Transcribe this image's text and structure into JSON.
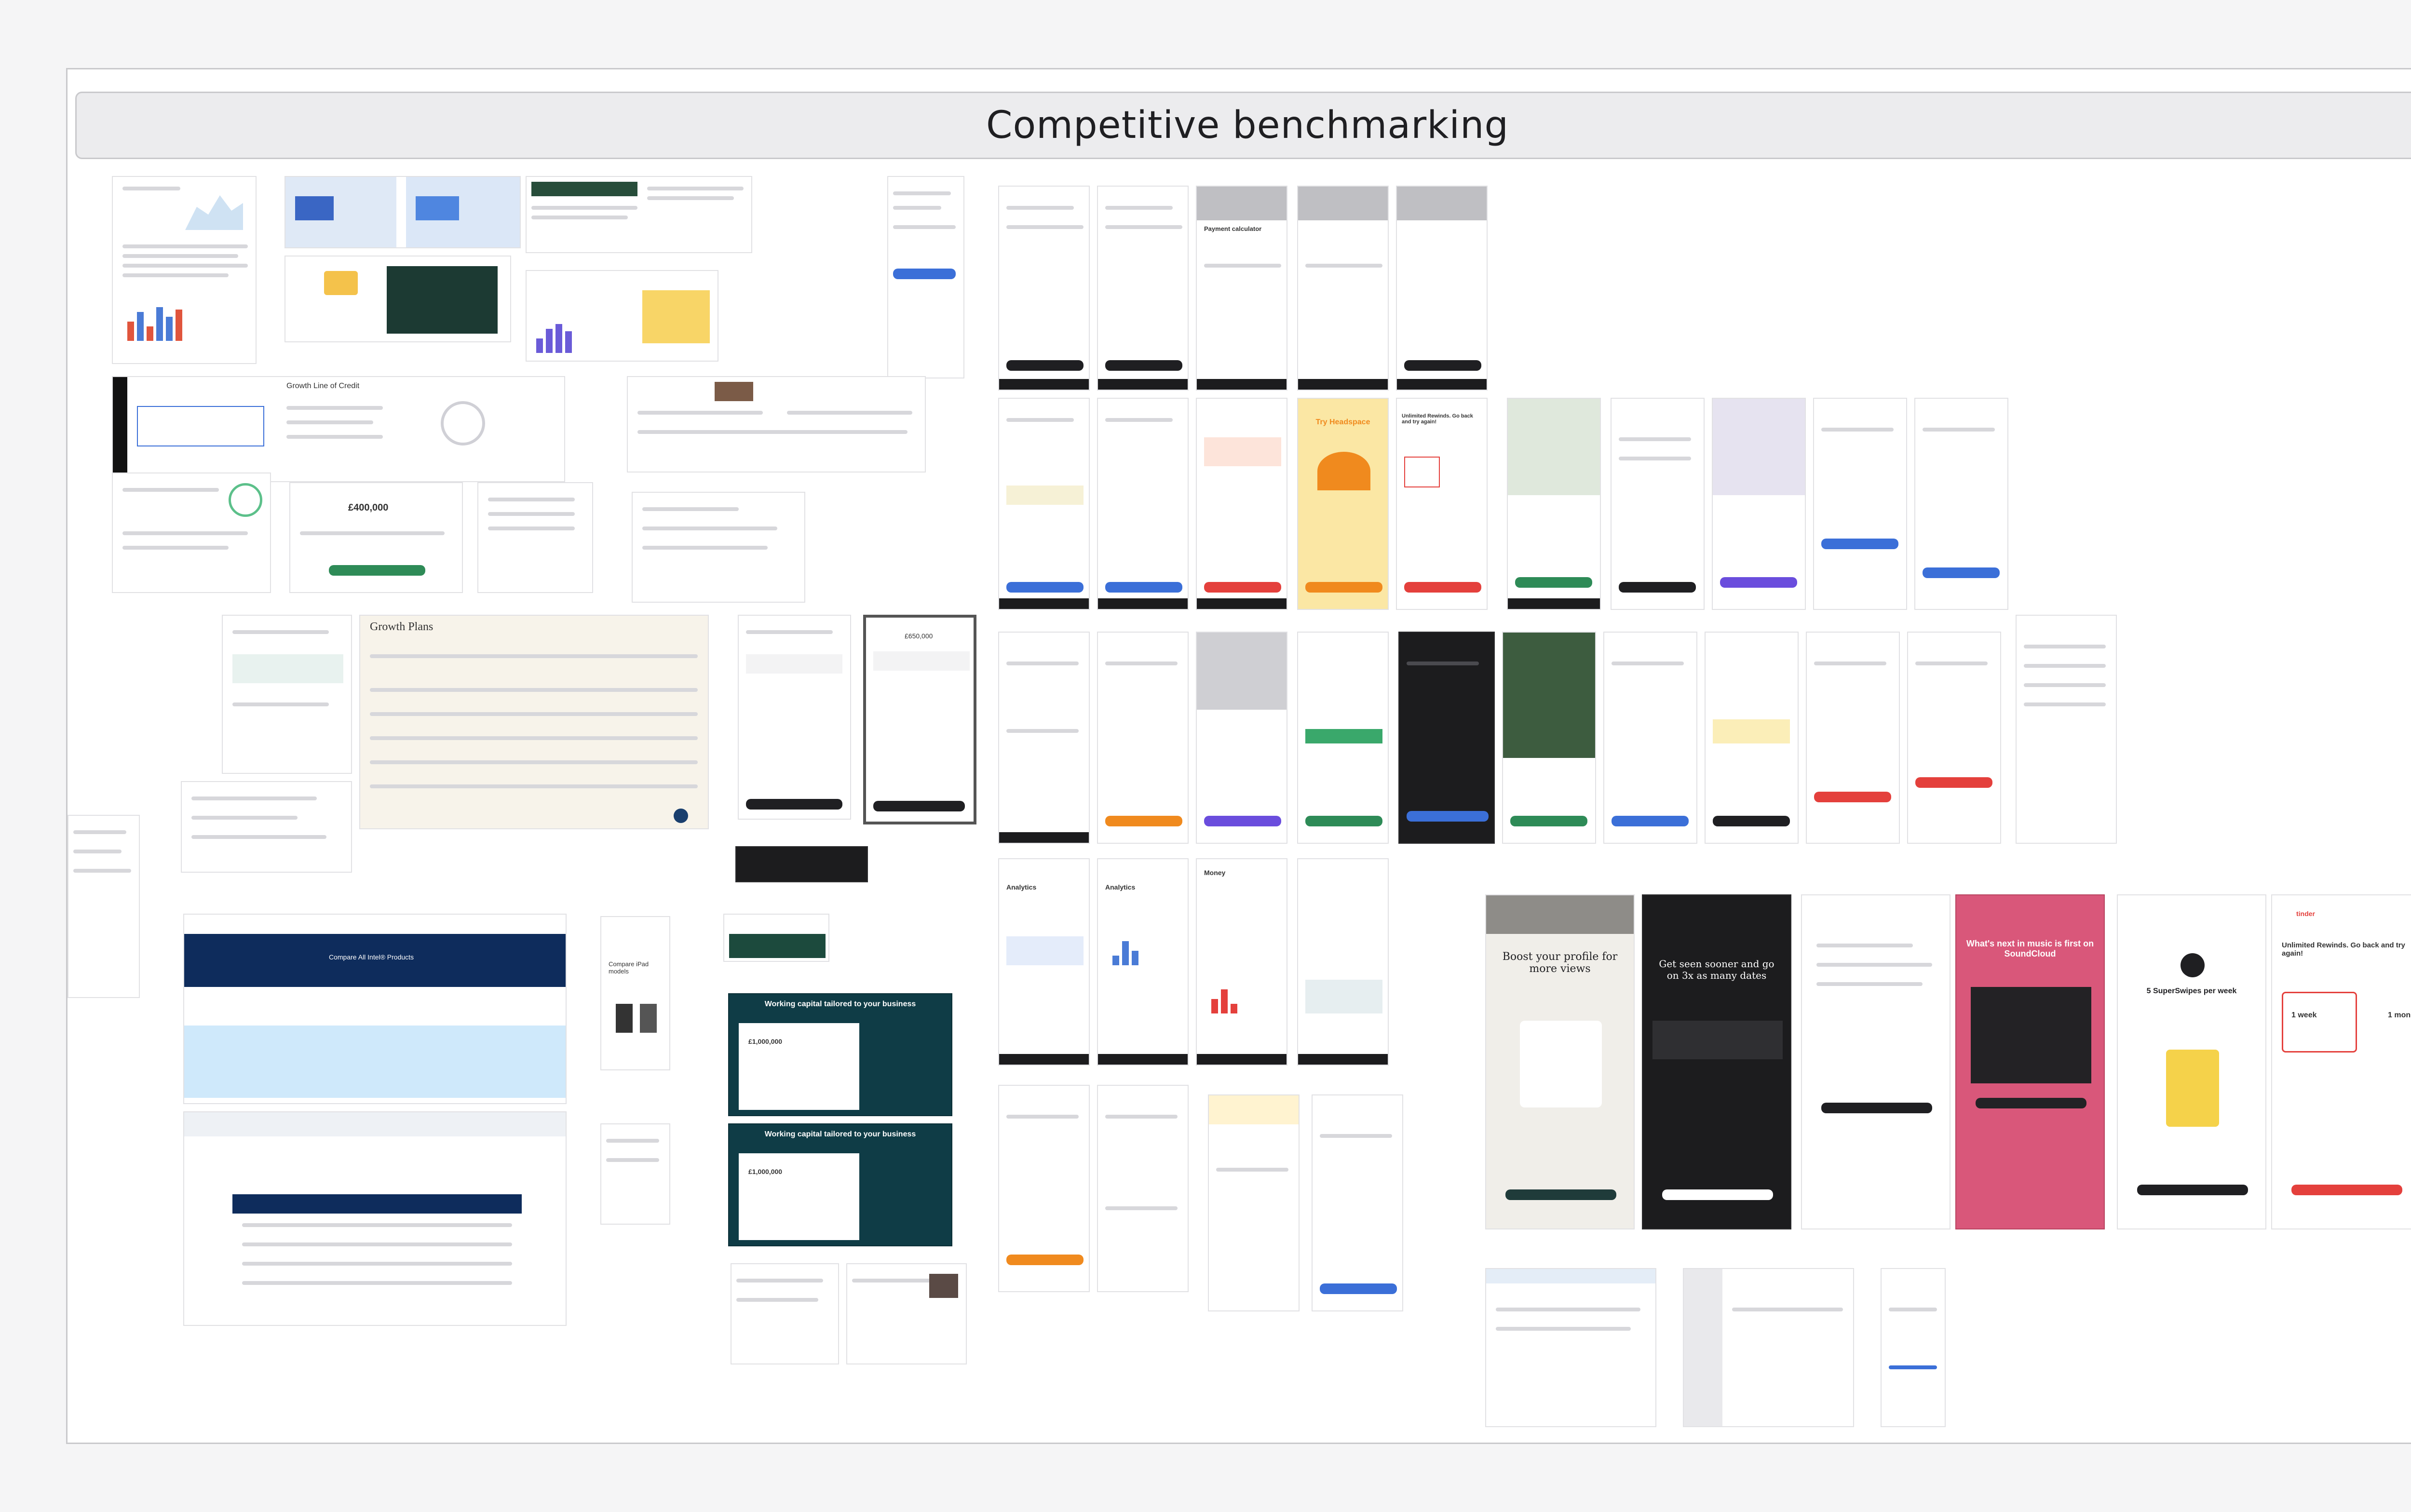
{
  "board": {
    "title": "Competitive benchmarking"
  },
  "thumbnails": {
    "growth_plans_title": "Growth Plans",
    "growth_line_title": "Growth Line of Credit",
    "compare_title": "Compare All Intel® Products",
    "working_capital_1": "Working capital tailored to your business",
    "working_capital_2": "Working capital tailored to your business",
    "wc_amount_1": "£1,000,000",
    "wc_amount_2": "£1,000,000",
    "payment_calc": "Payment calculator",
    "analytics_1": "Analytics",
    "analytics_2": "Analytics",
    "money": "Money",
    "boost_profile": "Boost your profile for more views",
    "get_seen": "Get seen sooner and go on 3x as many dates",
    "whats_next": "What's next in music is first on SoundCloud",
    "superswipes": "5 SuperSwipes per week",
    "unlimited_rewinds": "Unlimited Rewinds. Go back and try again!",
    "unlimited_rewinds_2": "Unlimited Rewinds. Go back and try again!",
    "try_headspace": "Try Headspace",
    "tinder": "tinder",
    "one_week": "1 week",
    "one_month": "1 mon",
    "compare_ipad": "Compare iPad models",
    "price_650k": "£650,000",
    "price_400k": "£400,000"
  }
}
